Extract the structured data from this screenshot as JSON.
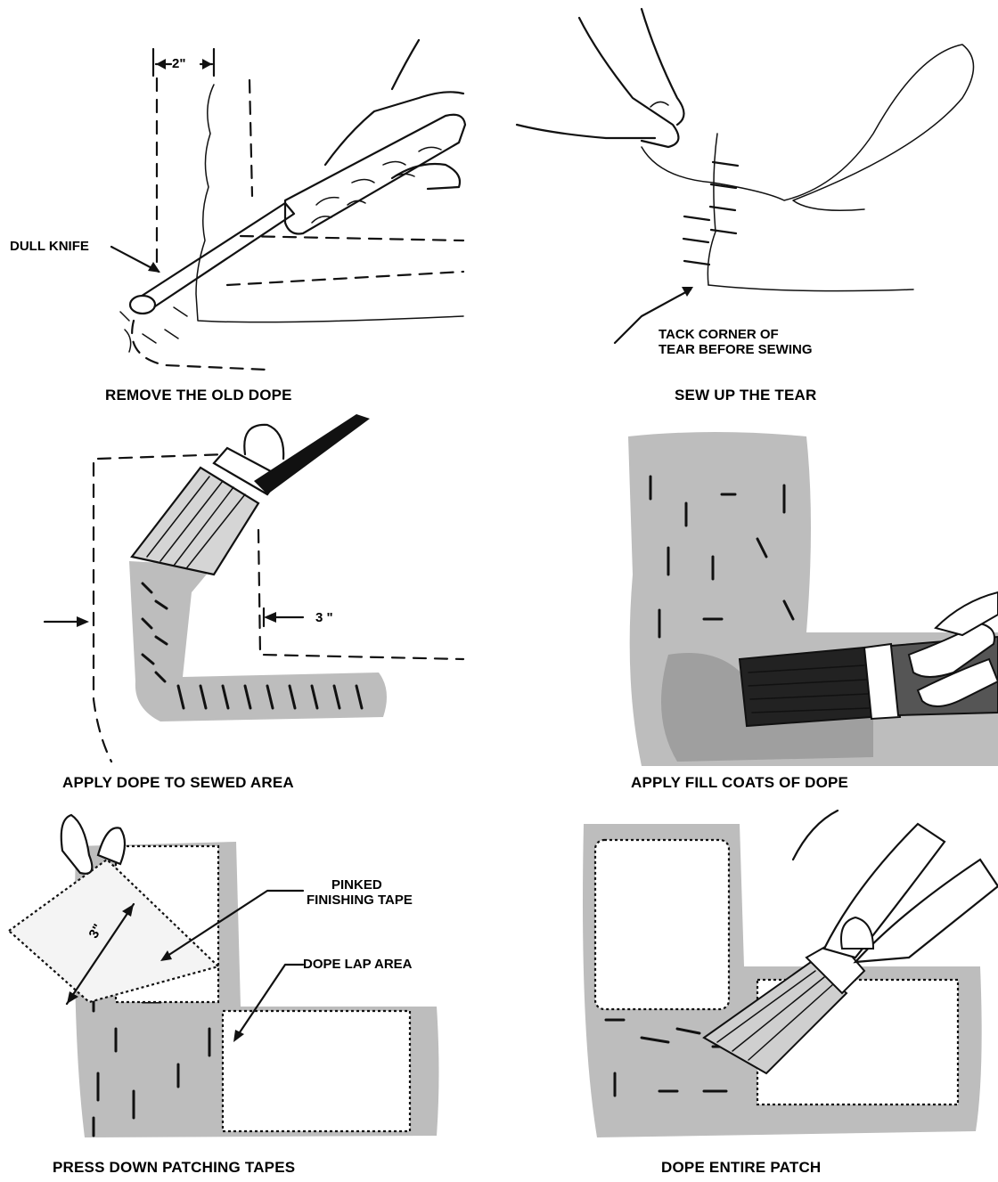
{
  "panels": [
    {
      "id": "remove-old-dope",
      "caption": "REMOVE THE OLD DOPE",
      "callouts": {
        "dimension": "2\"",
        "knife": "DULL KNIFE"
      }
    },
    {
      "id": "sew-up-tear",
      "caption": "SEW UP THE TEAR",
      "callouts": {
        "tack_line1": "TACK CORNER OF",
        "tack_line2": "TEAR BEFORE SEWING"
      }
    },
    {
      "id": "apply-dope-sewed",
      "caption": "APPLY DOPE TO SEWED AREA",
      "callouts": {
        "dimension": "3 \""
      }
    },
    {
      "id": "apply-fill-coats",
      "caption": "APPLY FILL COATS OF DOPE"
    },
    {
      "id": "press-down-tapes",
      "caption": "PRESS DOWN PATCHING TAPES",
      "callouts": {
        "tape_line1": "PINKED",
        "tape_line2": "FINISHING TAPE",
        "lap": "DOPE LAP AREA",
        "dimension": "3\""
      }
    },
    {
      "id": "dope-entire-patch",
      "caption": "DOPE ENTIRE PATCH"
    }
  ]
}
